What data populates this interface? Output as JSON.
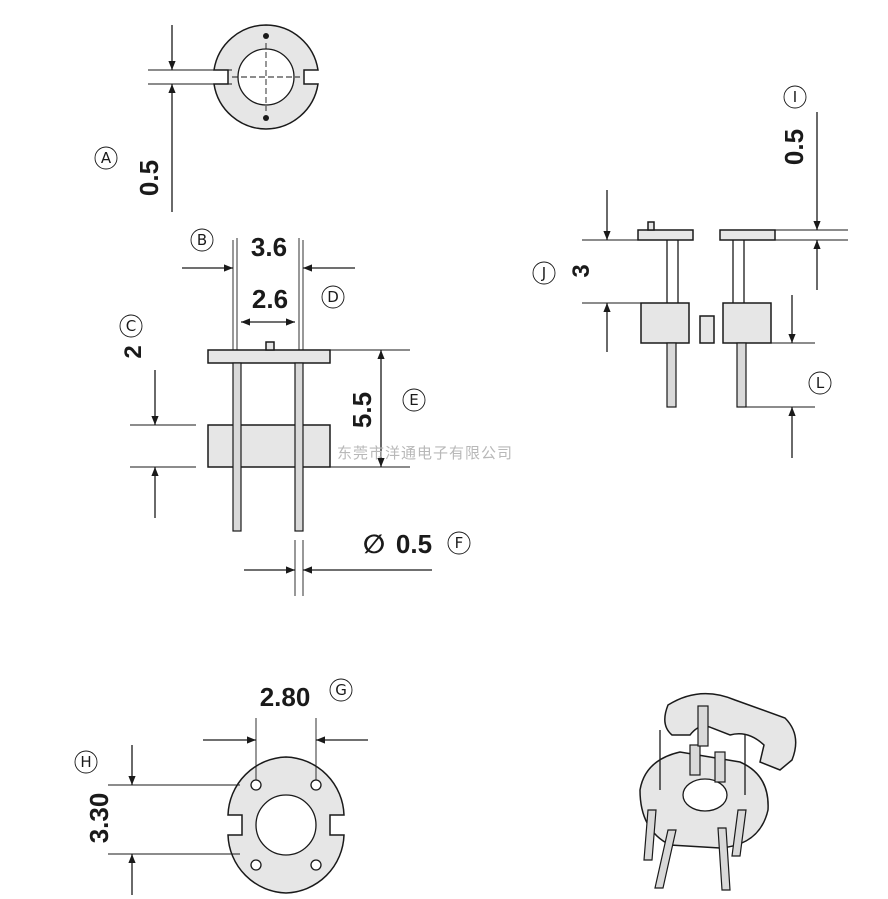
{
  "dimensions": {
    "A": {
      "letter": "A",
      "value": "0.5"
    },
    "B": {
      "letter": "B",
      "value": "3.6"
    },
    "C": {
      "letter": "C",
      "value": "2"
    },
    "D": {
      "letter": "D",
      "value": "2.6"
    },
    "E": {
      "letter": "E",
      "value": "5.5"
    },
    "F": {
      "letter": "F",
      "symbol": "∅",
      "value": "0.5"
    },
    "G": {
      "letter": "G",
      "value": "2.80"
    },
    "H": {
      "letter": "H",
      "value": "3.30"
    },
    "I": {
      "letter": "I",
      "value": "0.5"
    },
    "J": {
      "letter": "J",
      "value": "3"
    },
    "L": {
      "letter": "L",
      "value": ""
    }
  },
  "watermark": "东莞市洋通电子有限公司",
  "colors": {
    "line": "#1a1a1a",
    "fill": "#e6e6e6",
    "watermark": "#b8b8b8"
  }
}
